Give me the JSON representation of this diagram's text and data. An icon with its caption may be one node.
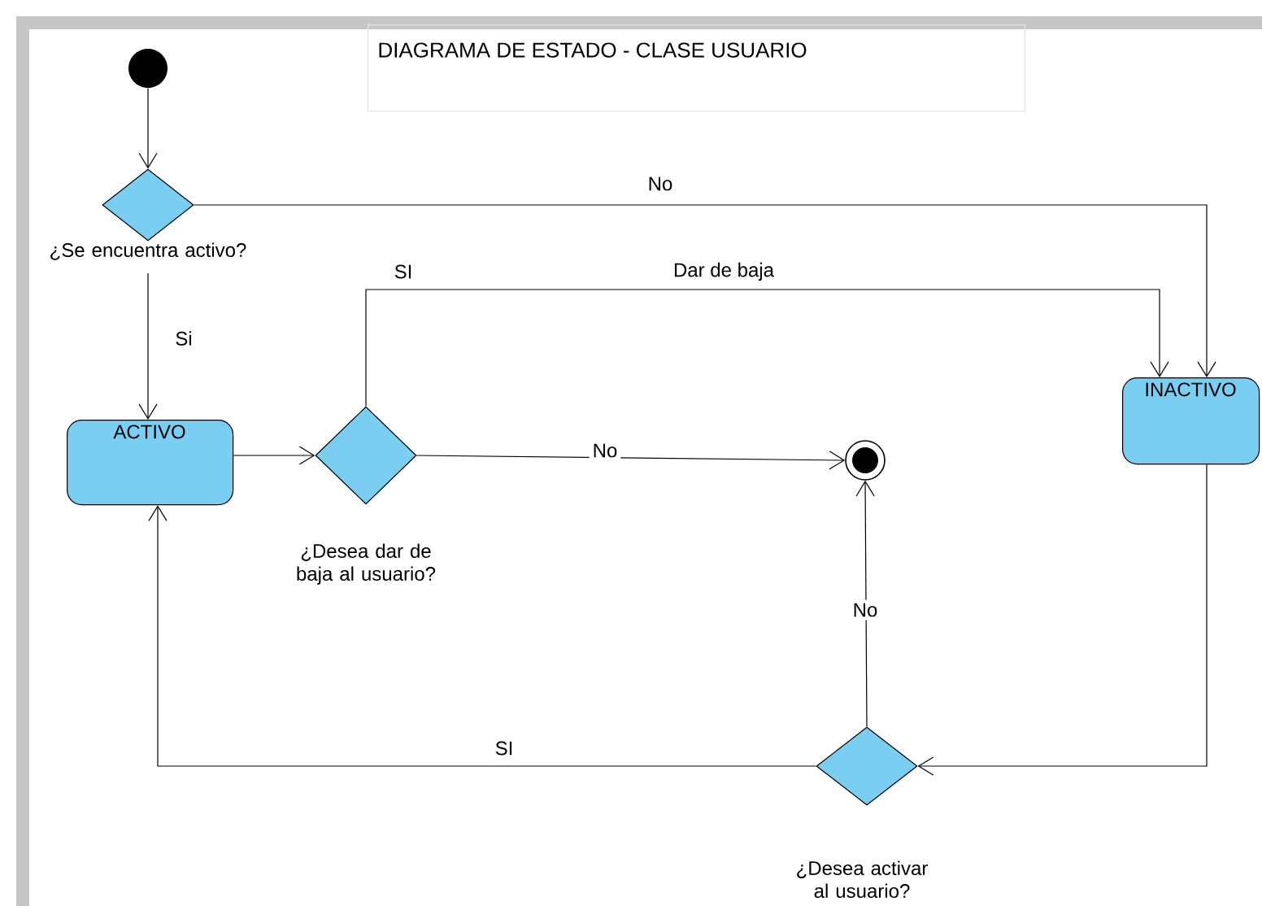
{
  "diagram": {
    "title": "DIAGRAMA DE ESTADO - CLASE USUARIO",
    "nodes": [
      {
        "text": [],
        "shape": "circle"
      },
      {
        "text": [
          "¿Se encuentra activo?"
        ]
      },
      {
        "text": [
          "ACTIVO"
        ]
      },
      {
        "text": [
          "¿Desea dar de baja al usuario?"
        ]
      },
      {
        "text": [
          "INACTIVO"
        ]
      },
      {
        "text": [],
        "shape": "bullseye"
      },
      {
        "text": [
          "¿Desea activar al usuario?"
        ]
      }
    ],
    "edges": [
      {
        "from": 0,
        "to": 1,
        "arrow": "to"
      },
      {
        "from": 1,
        "to": 4,
        "arrow": "to",
        "label": "No"
      },
      {
        "from": 1,
        "to": 2,
        "arrow": "to",
        "label": "Si"
      },
      {
        "from": 2,
        "to": 3,
        "arrow": "to"
      },
      {
        "from": 3,
        "to": 4,
        "arrow": "to",
        "label": "Dar de baja"
      },
      {
        "from": 3,
        "to": 5,
        "arrow": "to",
        "label": "No"
      },
      {
        "from": 4,
        "to": 6,
        "arrow": "to"
      },
      {
        "from": 6,
        "to": 5,
        "arrow": "to",
        "label": "No"
      },
      {
        "from": 6,
        "to": 2,
        "arrow": "to",
        "label": "SI"
      }
    ],
    "labels": [
      "SI"
    ]
  }
}
